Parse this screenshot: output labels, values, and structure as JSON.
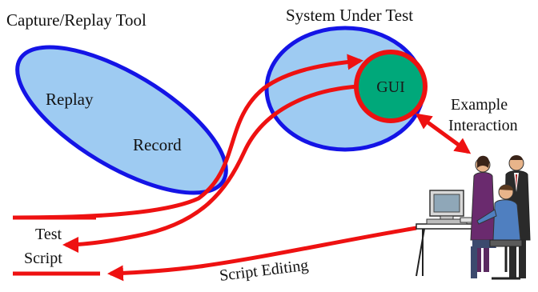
{
  "labels": {
    "capture_replay_tool": "Capture/Replay Tool",
    "system_under_test": "System Under Test",
    "replay": "Replay",
    "record": "Record",
    "gui": "GUI",
    "example_line1": "Example",
    "example_line2": "Interaction",
    "test": "Test",
    "script": "Script",
    "script_editing": "Script Editing"
  },
  "colors": {
    "oval_fill": "#9ecbf2",
    "oval_stroke": "#1414e6",
    "gui_fill": "#00a87a",
    "arrow": "#ee1111"
  },
  "icons": {
    "people": "people-at-computer-icon"
  }
}
